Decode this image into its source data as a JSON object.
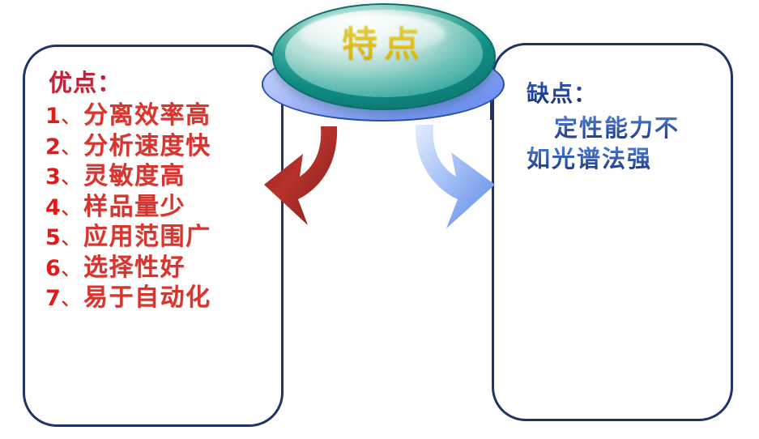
{
  "diagram": {
    "center": {
      "label": "特点",
      "shape": "3d-ellipse-disc",
      "text_color": "#ffe226",
      "disc_color_teal": "#0d8c83",
      "disc_color_blue": "#7d9cf2"
    },
    "left_panel": {
      "heading": "优点：",
      "border_color": "#1f3566",
      "text_color": "#d9352f",
      "items": [
        {
          "num": "1",
          "sep": "、",
          "text": "分离效率高"
        },
        {
          "num": "2",
          "sep": "、",
          "text": "分析速度快"
        },
        {
          "num": "3",
          "sep": "、",
          "text": "灵敏度高"
        },
        {
          "num": "4",
          "sep": "、",
          "text": "样品量少"
        },
        {
          "num": "5",
          "sep": "、",
          "text": "应用范围广"
        },
        {
          "num": "6",
          "sep": "、",
          "text": "选择性好"
        },
        {
          "num": "7",
          "sep": "、",
          "text": "易于自动化"
        }
      ]
    },
    "right_panel": {
      "heading": "缺点：",
      "border_color": "#1f3566",
      "text_color": "#2350a8",
      "lines": [
        "定性能力不",
        "如光谱法强"
      ]
    },
    "arrows": [
      {
        "name": "arrow-to-pros",
        "direction": "down-left",
        "color": "#a62a26"
      },
      {
        "name": "arrow-to-cons",
        "direction": "down-right",
        "color": "#8fb4f2"
      }
    ]
  }
}
